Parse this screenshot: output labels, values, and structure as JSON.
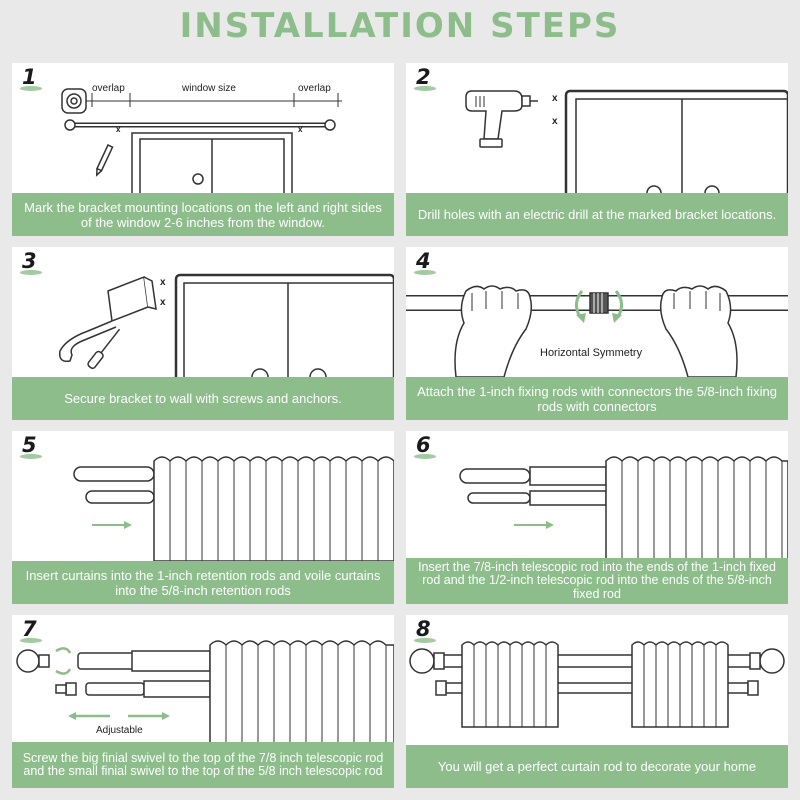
{
  "title": "INSTALLATION STEPS",
  "colors": {
    "accent": "#8cbd8a",
    "background": "#e9e9e9",
    "line": "#333333"
  },
  "steps": [
    {
      "number": "1",
      "caption": "Mark the bracket mounting locations on the left and right sides of the window 2-6 inches from the window.",
      "labels": {
        "overlap_left": "overlap",
        "window_size": "window size",
        "overlap_right": "overlap",
        "x1": "x",
        "x2": "x"
      }
    },
    {
      "number": "2",
      "caption": "Drill holes with an electric drill at the marked bracket locations.",
      "labels": {
        "x1": "x",
        "x2": "x"
      }
    },
    {
      "number": "3",
      "caption": "Secure bracket to wall with screws and anchors.",
      "labels": {
        "x1": "x",
        "x2": "x"
      }
    },
    {
      "number": "4",
      "caption": "Attach the 1-inch fixing rods with connectors the 5/8-inch fixing rods with connectors",
      "labels": {
        "symmetry": "Horizontal Symmetry"
      }
    },
    {
      "number": "5",
      "caption": "Insert curtains into the 1-inch retention rods and voile curtains into the 5/8-inch retention rods"
    },
    {
      "number": "6",
      "caption": "Insert the 7/8-inch telescopic rod into the ends of the 1-inch fixed rod and the 1/2-inch telescopic rod into the ends of the 5/8-inch fixed rod"
    },
    {
      "number": "7",
      "caption": "Screw the big finial swivel to the top of the 7/8 inch telescopic rod and the small finial swivel to the top of the 5/8 inch telescopic rod",
      "labels": {
        "adjustable": "Adjustable"
      }
    },
    {
      "number": "8",
      "caption": "You will get a perfect curtain rod to decorate your home"
    }
  ]
}
